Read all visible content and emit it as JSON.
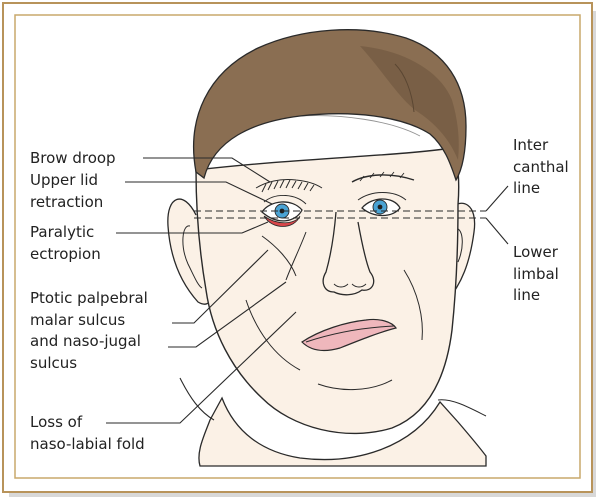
{
  "colors": {
    "frame_border": "#b8935a",
    "inner_border": "#c9a86b",
    "hair": "#8a6e52",
    "hair_dark": "#6b543d",
    "skin": "#fbf1e6",
    "outline": "#2a2a2a",
    "iris": "#4aa3d4",
    "lips": "#efb7bc",
    "lid_red": "#d9464a",
    "text": "#222222"
  },
  "labels": {
    "brow_droop": "Brow droop",
    "upper_lid": [
      "Upper lid",
      "retraction"
    ],
    "paralytic": [
      "Paralytic",
      "ectropion"
    ],
    "ptotic": [
      "Ptotic palpebral",
      "malar sulcus",
      "and naso-jugal",
      "sulcus"
    ],
    "naso_labial": [
      "Loss of",
      "naso-labial fold"
    ],
    "inter_canthal": [
      "Inter",
      "canthal",
      "line"
    ],
    "lower_limbal": [
      "Lower",
      "limbal",
      "line"
    ]
  }
}
